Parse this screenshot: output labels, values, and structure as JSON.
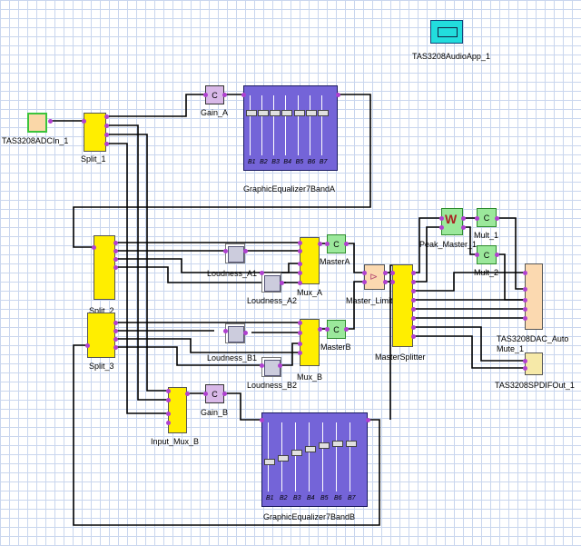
{
  "app_block": {
    "label": "TAS3208AudioApp_1"
  },
  "blocks": {
    "adc_in": "TAS3208ADCIn_1",
    "split_1": "Split_1",
    "gain_a": "Gain_A",
    "gain_a_symbol": "C",
    "geq_a": "GraphicEqualizer7BandA",
    "split_2": "Split_2",
    "split_3": "Split_3",
    "loudness_a1": "Loudness_A1",
    "loudness_a2": "Loudness_A2",
    "loudness_b1": "Loudness_B1",
    "loudness_b2": "Loudness_B2",
    "mux_a": "Mux_A",
    "mux_b": "Mux_B",
    "master_a": "MasterA",
    "master_a_symbol": "C",
    "master_b": "MasterB",
    "master_b_symbol": "C",
    "master_limiter": "Master_Limiter",
    "master_splitter": "MasterSplitter",
    "peak_master": "Peak_Master_1",
    "mult_1": "Mult_1",
    "mult_1_symbol": "C",
    "mult_2": "Mult_2",
    "mult_2_symbol": "C",
    "dac_auto_mute": "TAS3208DAC_Auto Mute_1",
    "spdif_out": "TAS3208SPDIFOut_1",
    "input_mux_b": "Input_Mux_B",
    "gain_b": "Gain_B",
    "gain_b_symbol": "C",
    "geq_b": "GraphicEqualizer7BandB"
  },
  "geq_bands": [
    "B1",
    "B2",
    "B3",
    "B4",
    "B5",
    "B6",
    "B7"
  ],
  "colors": {
    "pin": "#b040d0",
    "wire": "#000000",
    "grid": "#c9d6ee",
    "yellow_block": "#ffee00",
    "gain_block": "#d8b8e8",
    "geq_block": "#7464d8",
    "green_block": "#9be89b"
  }
}
